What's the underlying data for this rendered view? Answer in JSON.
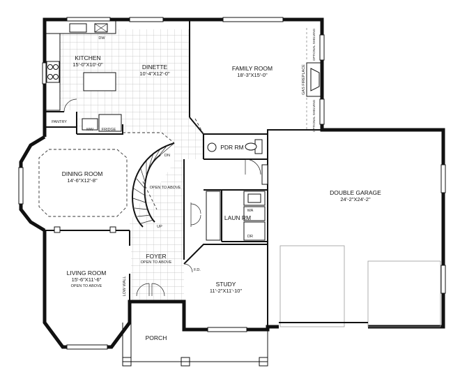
{
  "rooms": {
    "kitchen": {
      "name": "KITCHEN",
      "dim": "15'-0\"X10'-0\""
    },
    "dinette": {
      "name": "DINETTE",
      "dim": "10'-4\"X12'-0\""
    },
    "family_room": {
      "name": "FAMILY ROOM",
      "dim": "18'-3\"X15'-0\""
    },
    "dining_room": {
      "name": "DINING ROOM",
      "dim": "14'-6\"X12'-8\""
    },
    "living_room": {
      "name": "LIVING ROOM",
      "dim": "15'-6\"X11'-6\"",
      "note": "OPEN TO ABOVE"
    },
    "foyer": {
      "name": "FOYER",
      "note": "OPEN TO ABOVE"
    },
    "study": {
      "name": "STUDY",
      "dim": "11'-2\"X11'-10\""
    },
    "double_garage": {
      "name": "DOUBLE GARAGE",
      "dim": "24'-2\"X24'-2\""
    },
    "porch": {
      "name": "PORCH"
    },
    "pdr_rm": {
      "name": "PDR RM"
    },
    "laun_rm": {
      "name": "LAUN RM"
    }
  },
  "labels": {
    "pantry": "PANTRY",
    "mw": "MW",
    "fridge": "FRIDGE",
    "dw": "DW",
    "gas_fireplace": "GAS FIREPLACE",
    "optional_shelving": "OPTIONAL SHELVING",
    "open_to_above": "OPEN TO ABOVE",
    "stair_dn": "DN",
    "stair_up": "UP",
    "low_wall": "LOW WALL",
    "wa": "WA",
    "dr": "DR",
    "fd": "F.D."
  },
  "colors": {
    "wall": "#111111",
    "grid": "#bbbbbb",
    "background": "#ffffff"
  }
}
